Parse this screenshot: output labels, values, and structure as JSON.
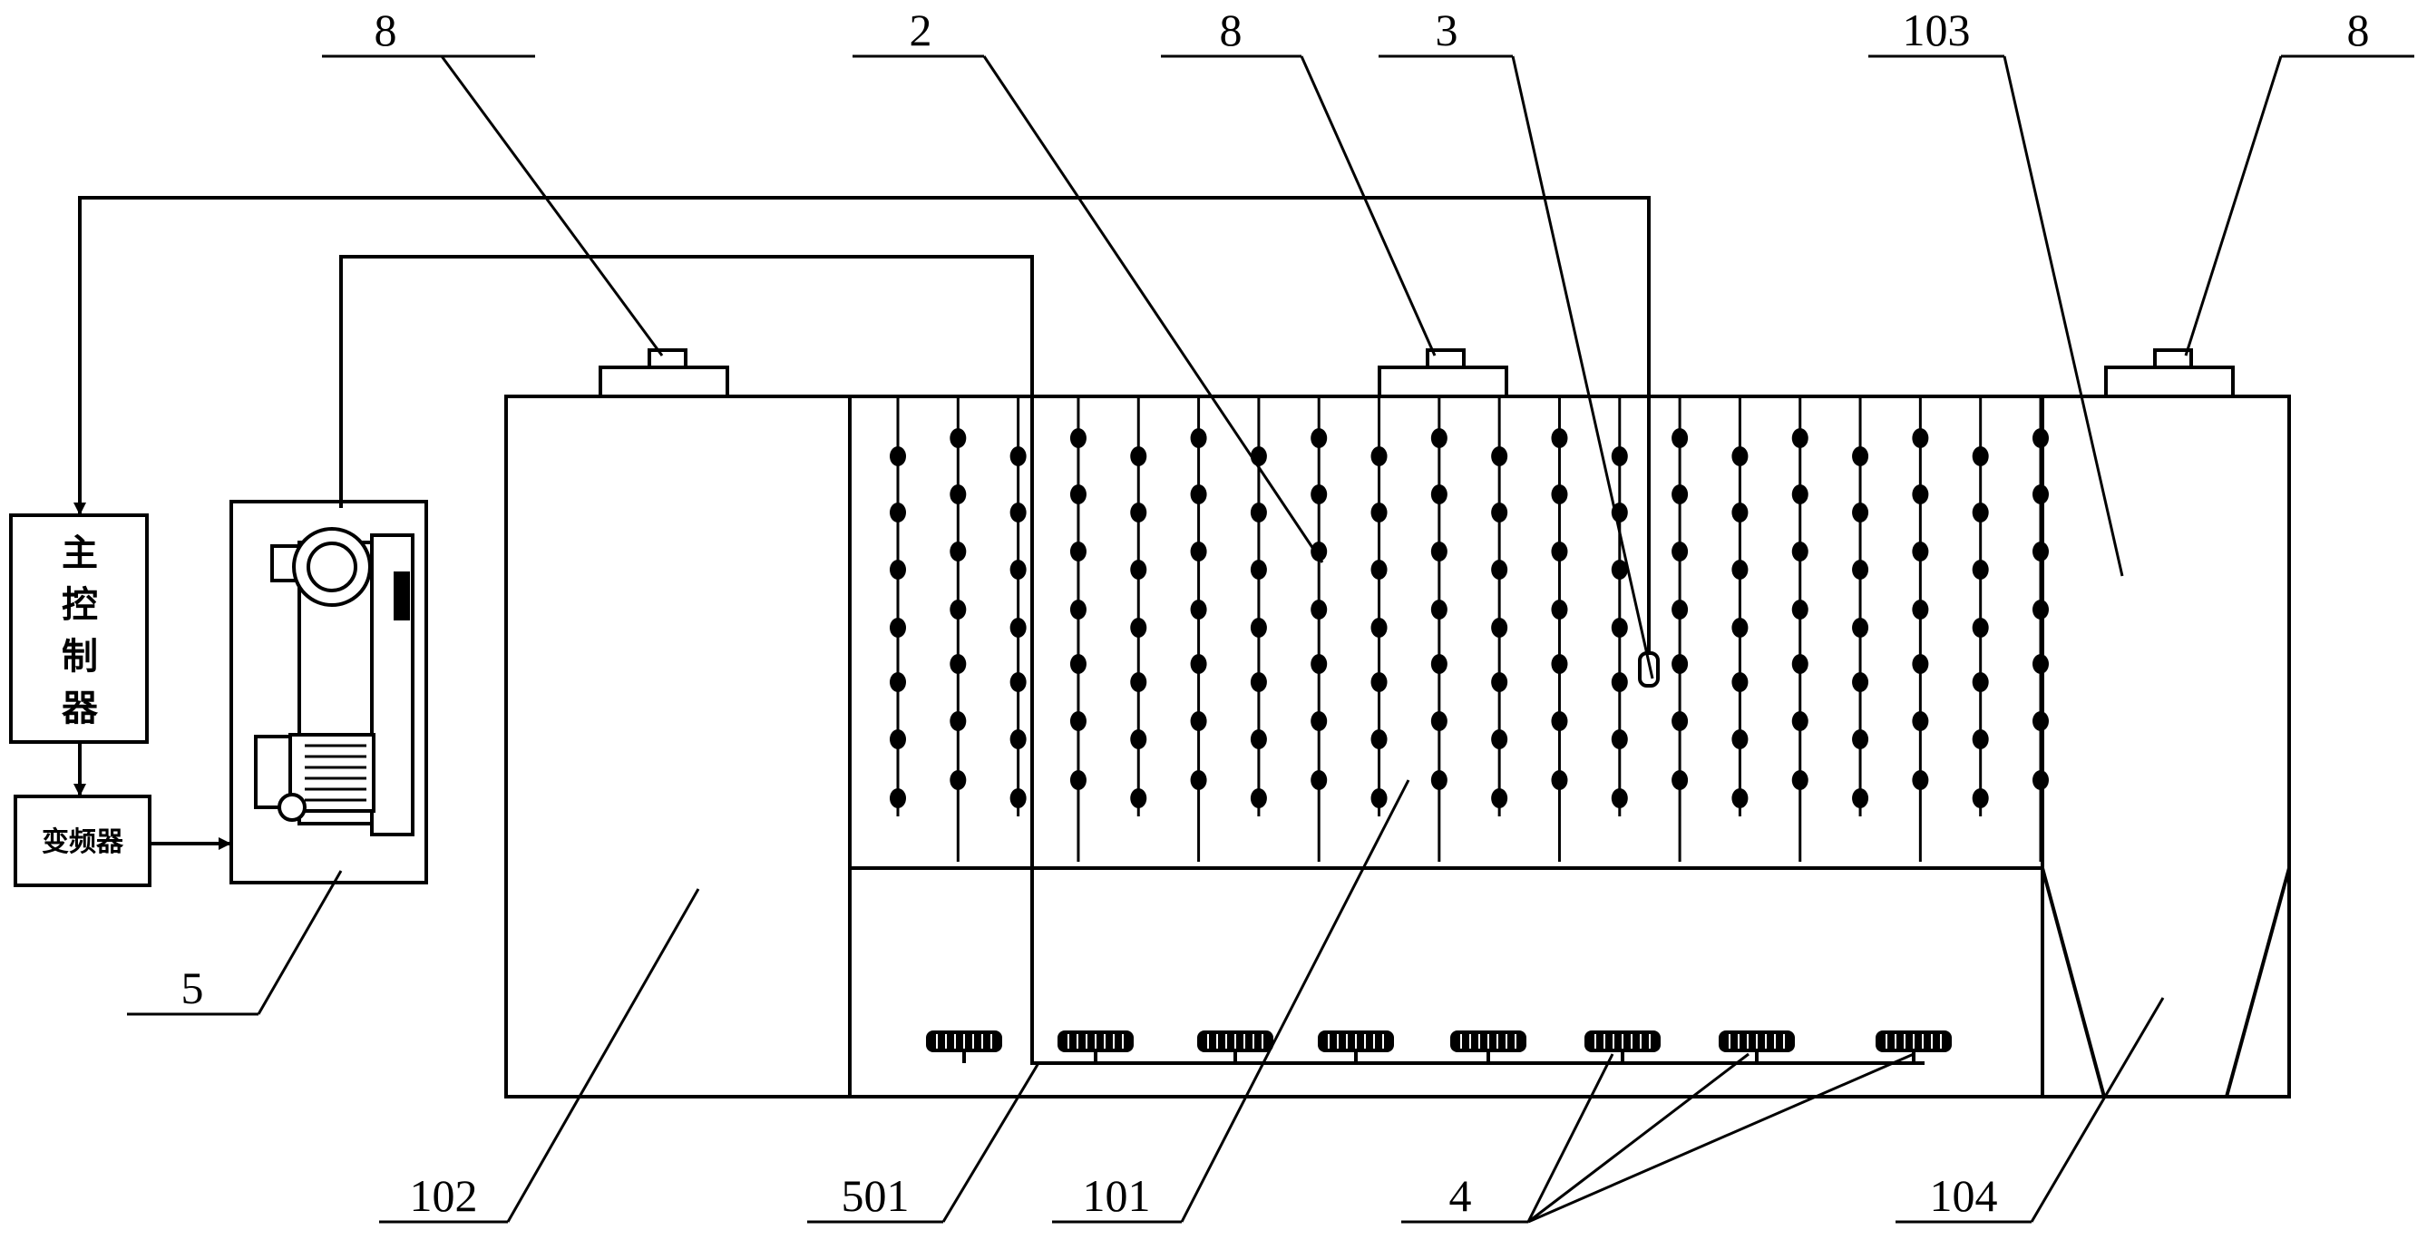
{
  "labels": {
    "outlet_left": "8",
    "outlet_mid": "8",
    "outlet_right": "8",
    "fiber_bundle": "2",
    "sensor": "3",
    "zone_103": "103",
    "blower": "5",
    "zone_102": "102",
    "air_pipe": "501",
    "zone_101": "101",
    "diffuser": "4",
    "zone_104": "104"
  },
  "controller": {
    "main_controller_chars": [
      "主",
      "控",
      "制",
      "器"
    ],
    "inverter": "变频器"
  },
  "diffuser_count": 8,
  "fiber_column_count": 20
}
